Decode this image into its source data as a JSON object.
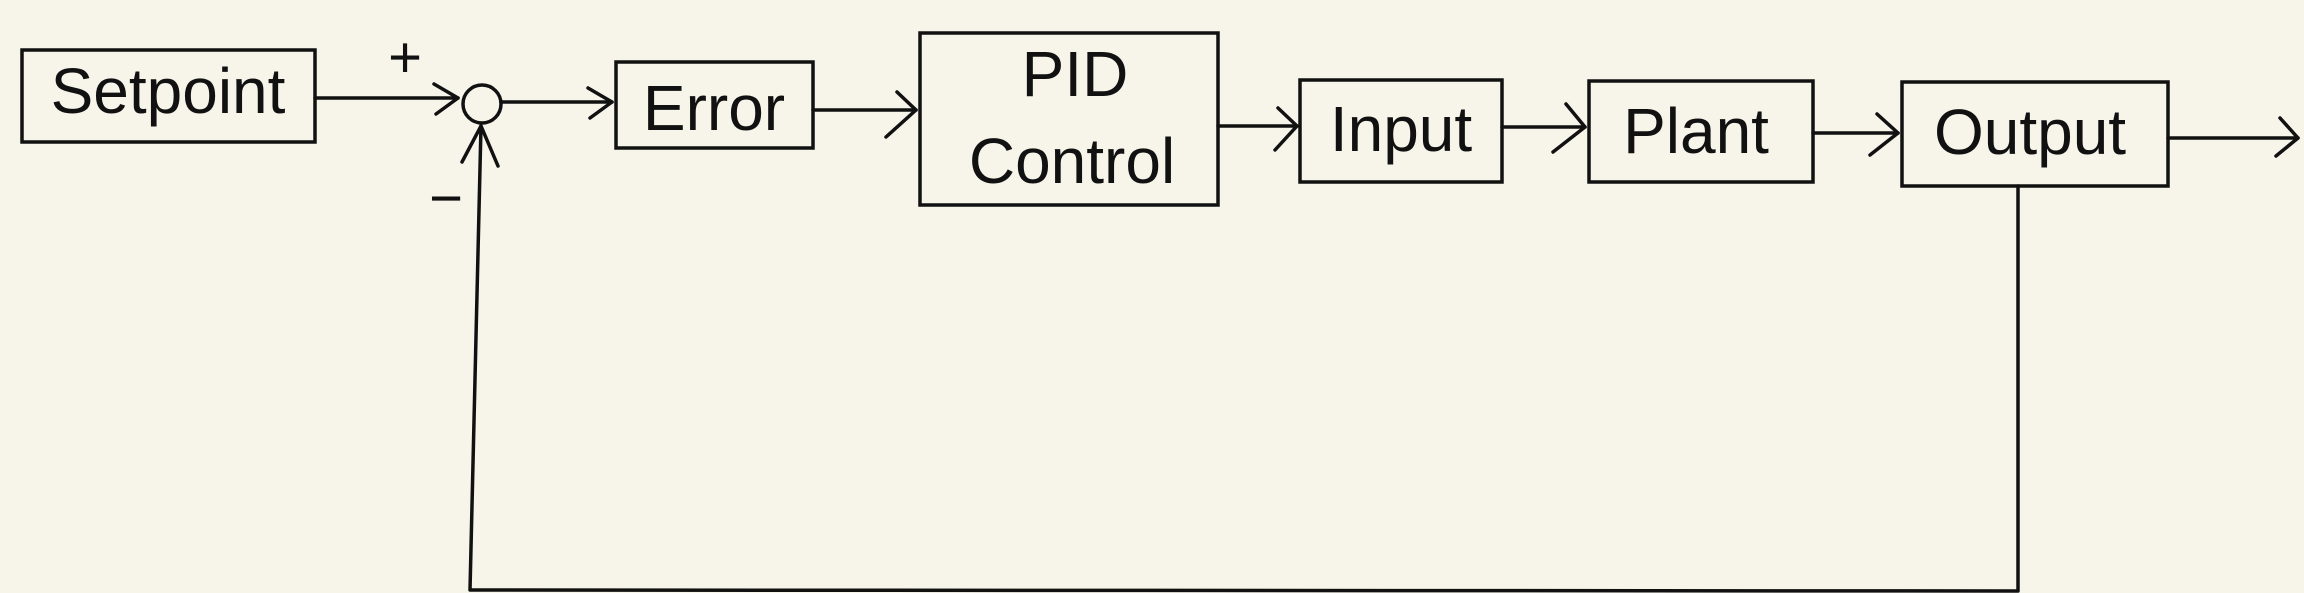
{
  "diagram": {
    "blocks": {
      "setpoint": "Setpoint",
      "error": "Error",
      "pid_line1": "PID",
      "pid_line2": "Control",
      "input": "Input",
      "plant": "Plant",
      "output": "Output"
    },
    "summing_junction": {
      "plus_sign": "+",
      "minus_sign": "−"
    },
    "colors": {
      "background": "#f7f5ea",
      "ink": "#111111"
    }
  }
}
